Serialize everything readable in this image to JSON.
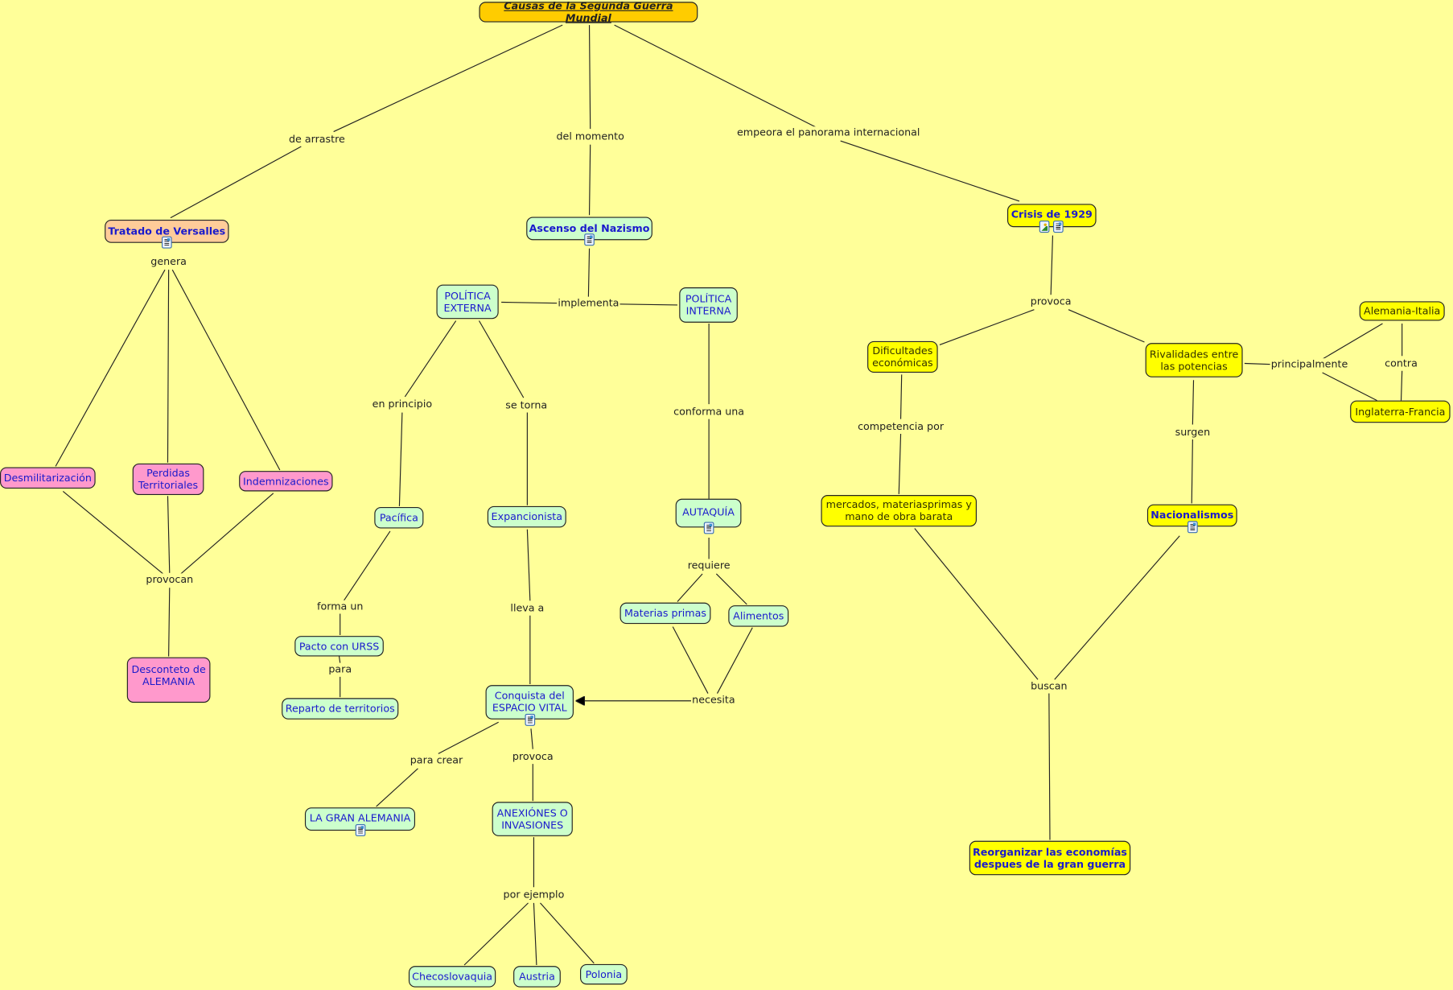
{
  "title": "Causas de la Segunda Guerra Mundial",
  "colors": {
    "background": "#FFFF99",
    "title": "#FFCC00",
    "versalles": "#FFCC99",
    "green": "#CCFFCC",
    "pink": "#FF99CC",
    "yellow": "#FFFF00",
    "node_text": "#1a1acc"
  },
  "nodes": {
    "versalles": "Tratado de Versalles",
    "nazismo": "Ascenso del Nazismo",
    "crisis": "Crisis de 1929",
    "politica_externa": "POLÍTICA EXTERNA",
    "politica_interna": "POLÍTICA INTERNA",
    "desmilitarizacion": "Desmilitarización",
    "perdidas": "Perdidas Territoriales",
    "indemnizaciones": "Indemnizaciones",
    "descontento": "Desconteto de ALEMANIA",
    "pacifica": "Pacífica",
    "expancionista": "Expancionista",
    "pacto": "Pacto con URSS",
    "reparto": "Reparto de territorios",
    "autarquia": "AUTAQUÍA",
    "materias": "Materias primas",
    "alimentos": "Alimentos",
    "conquista": "Conquista del ESPACIO VITAL",
    "gran_alemania": "LA GRAN ALEMANIA",
    "anexiones": "ANEXIÓNES O INVASIONES",
    "checoslovaquia": "Checoslovaquia",
    "austria": "Austria",
    "polonia": "Polonia",
    "dificultades": "Dificultades económicas",
    "rivalidades": "Rivalidades entre las potencias",
    "alemania_italia": "Alemania-Italia",
    "inglaterra_francia": "Inglaterra-Francia",
    "mercados": "mercados, materiasprimas y mano de obra barata",
    "nacionalismos": "Nacionalismos",
    "reorganizar": "Reorganizar las economías despues de la gran guerra"
  },
  "links": {
    "de_arrastre": "de arrastre",
    "del_momento": "del momento",
    "empeora": "empeora el panorama internacional",
    "genera": "genera",
    "implementa": "implementa",
    "en_principio": "en principio",
    "se_torna": "se torna",
    "conforma_una": "conforma una",
    "provocan": "provocan",
    "forma_un": "forma un",
    "para": "para",
    "lleva_a": "lleva a",
    "requiere": "requiere",
    "necesita": "necesita",
    "para_crear": "para crear",
    "provoca_conquista": "provoca",
    "por_ejemplo": "por ejemplo",
    "provoca_crisis": "provoca",
    "competencia_por": "competencia por",
    "surgen": "surgen",
    "principalmente": "principalmente",
    "contra": "contra",
    "buscan": "buscan"
  }
}
